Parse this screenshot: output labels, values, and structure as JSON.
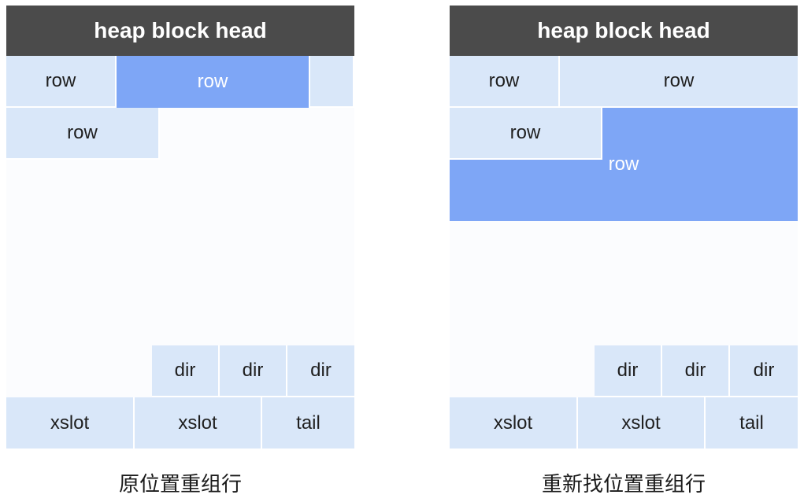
{
  "left": {
    "head": "heap block head",
    "rows": [
      "row",
      "row",
      "row"
    ],
    "dirs": [
      "dir",
      "dir",
      "dir"
    ],
    "bottom": [
      "xslot",
      "xslot",
      "tail"
    ],
    "caption": "原位置重组行"
  },
  "right": {
    "head": "heap block head",
    "rows": [
      "row",
      "row",
      "row",
      "row"
    ],
    "dirs": [
      "dir",
      "dir",
      "dir"
    ],
    "bottom": [
      "xslot",
      "xslot",
      "tail"
    ],
    "caption": "重新找位置重组行"
  },
  "colors": {
    "head": "#4b4b4b",
    "cell_light": "#d9e7f9",
    "cell_highlight": "#7ea6f6"
  }
}
